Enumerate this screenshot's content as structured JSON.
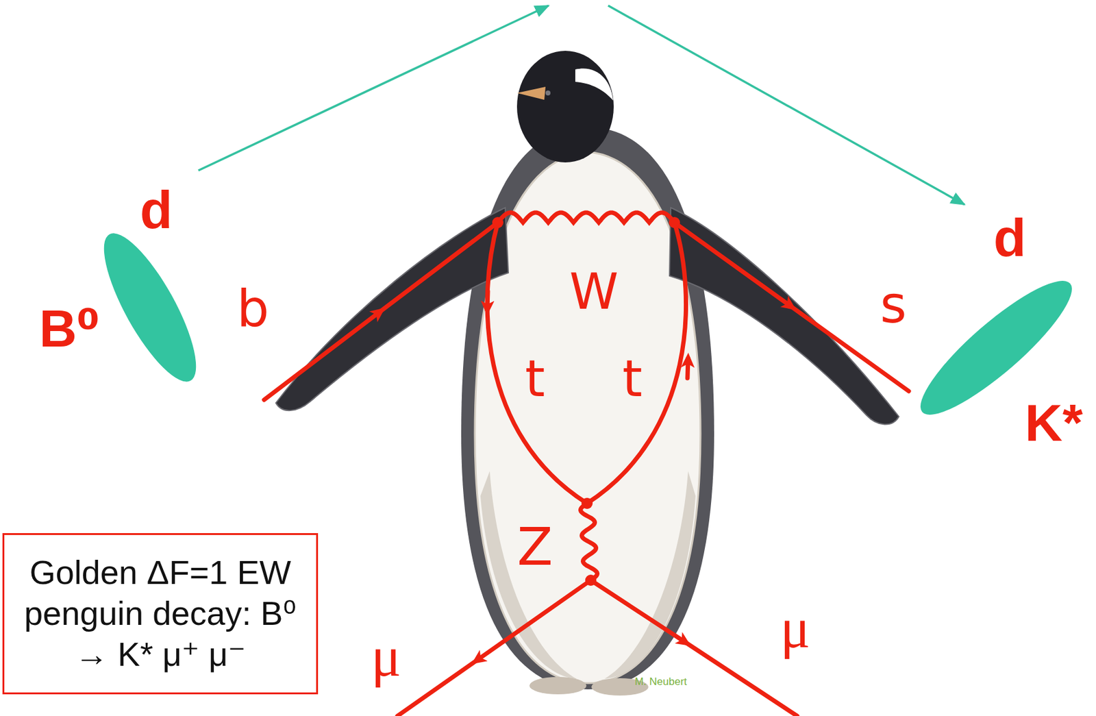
{
  "diagram": {
    "nodes": [
      {
        "text": [
          "B⁰"
        ]
      },
      {
        "text": [
          "K*"
        ]
      },
      {
        "text": [
          "Golden ΔF=1 EW penguin decay: B⁰ → K* μ⁺ μ⁻"
        ]
      }
    ],
    "edges": [
      {
        "from": 0,
        "to": 1,
        "arrow": "to"
      }
    ],
    "labels": [
      "d",
      "b",
      "W",
      "t",
      "t",
      "s",
      "d",
      "Z",
      "μ",
      "μ",
      "M. Neubert"
    ]
  }
}
